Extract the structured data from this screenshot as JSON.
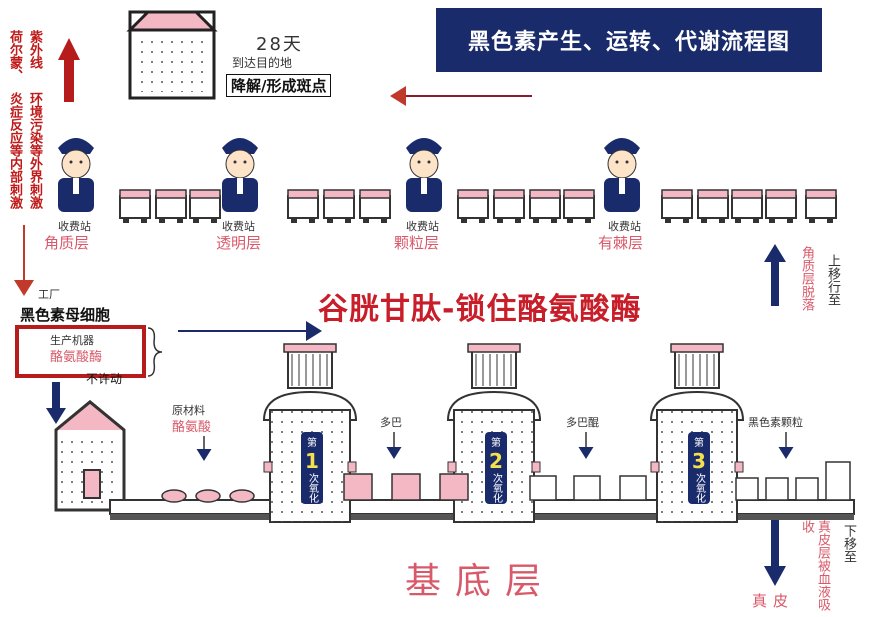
{
  "title": "黑色素产生、运转、代谢流程图",
  "top": {
    "days": "28天",
    "destination": "到达目的地",
    "degrade": "降解/形成斑点"
  },
  "left_side": {
    "col1": "紫外线",
    "col1b": "荷尔蒙、",
    "col2": "环境污染等外界刺激",
    "col3": "炎症反应等内部刺激"
  },
  "layers": {
    "station": "收费站",
    "cornified": "角质层",
    "lucidum": "透明层",
    "granular": "颗粒层",
    "spinous": "有棘层",
    "base": "基底层"
  },
  "right_side": {
    "up_label": "上移行至",
    "up_desc": "角质层脱落",
    "down_label": "下移至",
    "down_desc": "真皮层被血液吸收",
    "dermis": "真皮"
  },
  "center": {
    "glutathione": "谷胱甘肽-锁住酪氨酸酶"
  },
  "factory": {
    "factory": "工厂",
    "melanocyte": "黑色素母细胞",
    "machine": "生产机器",
    "enzyme": "酪氨酸酶",
    "no_move": "不许动"
  },
  "process": {
    "raw_material": "原材料",
    "tyrosine": "酪氨酸",
    "dopa": "多巴",
    "dopaquinone": "多巴醌",
    "melanin_granule": "黑色素颗粒",
    "tower1": {
      "prefix": "第",
      "num": "1",
      "suffix": "次氧化"
    },
    "tower2": {
      "prefix": "第",
      "num": "2",
      "suffix": "次氧化"
    },
    "tower3": {
      "prefix": "第",
      "num": "3",
      "suffix": "次氧化"
    }
  },
  "colors": {
    "navy": "#1a2b6b",
    "red": "#c01a1a",
    "pink": "#d85a6a",
    "light_pink": "#f4b8c4"
  }
}
